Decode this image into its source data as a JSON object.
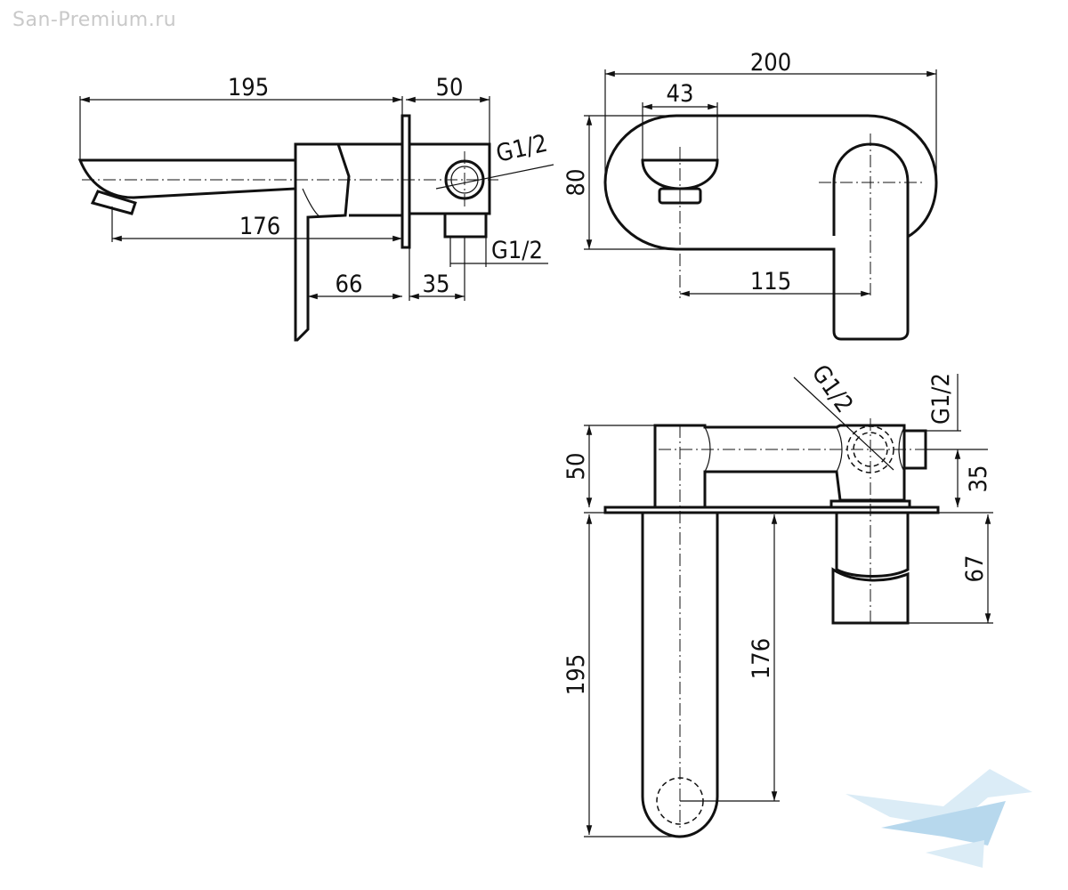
{
  "watermark": "San-Premium.ru",
  "side_view": {
    "dim_spout_length": "195",
    "dim_body_depth": "50",
    "dim_spout_reach": "176",
    "dim_handle_offset": "66",
    "dim_outlet_offset": "35",
    "thread_inlet": "G1/2",
    "thread_outlet": "G1/2"
  },
  "front_view": {
    "dim_plate_width": "200",
    "dim_opening_width": "43",
    "dim_plate_height": "80",
    "dim_spout_to_handle": "115"
  },
  "top_view": {
    "dim_body_depth": "50",
    "dim_spout_length": "195",
    "dim_spout_reach": "176",
    "dim_cartridge_depth": "67",
    "dim_outlet_offset": "35",
    "thread_inlet": "G1/2",
    "thread_outlet": "G1/2"
  },
  "logo": {
    "name": "san-premium-bathtub-logo",
    "color_light": "#cfe6f4",
    "color_mid": "#9fcbe8"
  }
}
